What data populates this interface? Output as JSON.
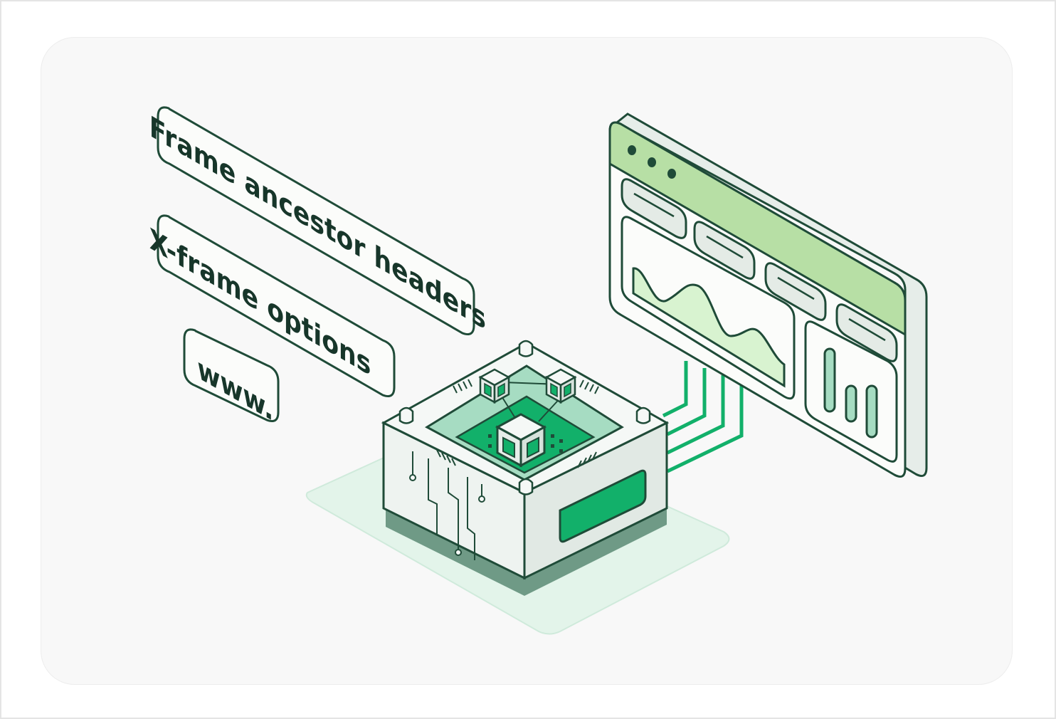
{
  "labels": {
    "frame_ancestors": "Frame ancestor headers",
    "x_frame_options": "X-frame options",
    "www": "www."
  },
  "colors": {
    "outline": "#1f4b38",
    "accent": "#12b06a",
    "light_green": "#b7dfa5",
    "pale_green": "#d8f3d0",
    "mint": "#a6dcc2",
    "card_bg": "#f8f8f8",
    "panel_fill": "#fbfcfa",
    "device_side": "#e6ede9"
  },
  "icons": {
    "window_dots": "three-dot-window-controls-icon",
    "chip": "chip-device-icon",
    "cube": "cube-node-icon"
  }
}
